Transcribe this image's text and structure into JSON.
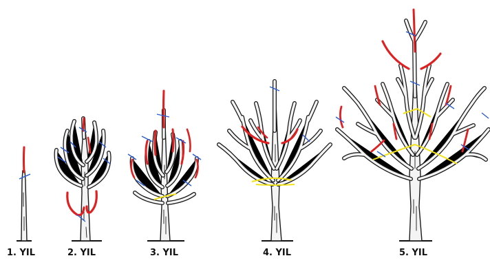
{
  "stages": [
    {
      "label": "1. YIL"
    },
    {
      "label": "2. YIL"
    },
    {
      "label": "3. YIL"
    },
    {
      "label": "4. YIL"
    },
    {
      "label": "5. YIL"
    }
  ],
  "colors": {
    "outline": "#1a1a1a",
    "wood": "#f4f4f4",
    "prune_red": "#e02020",
    "cut_mark_blue": "#2a5bd7",
    "spreader_yellow": "#f2e21a"
  }
}
